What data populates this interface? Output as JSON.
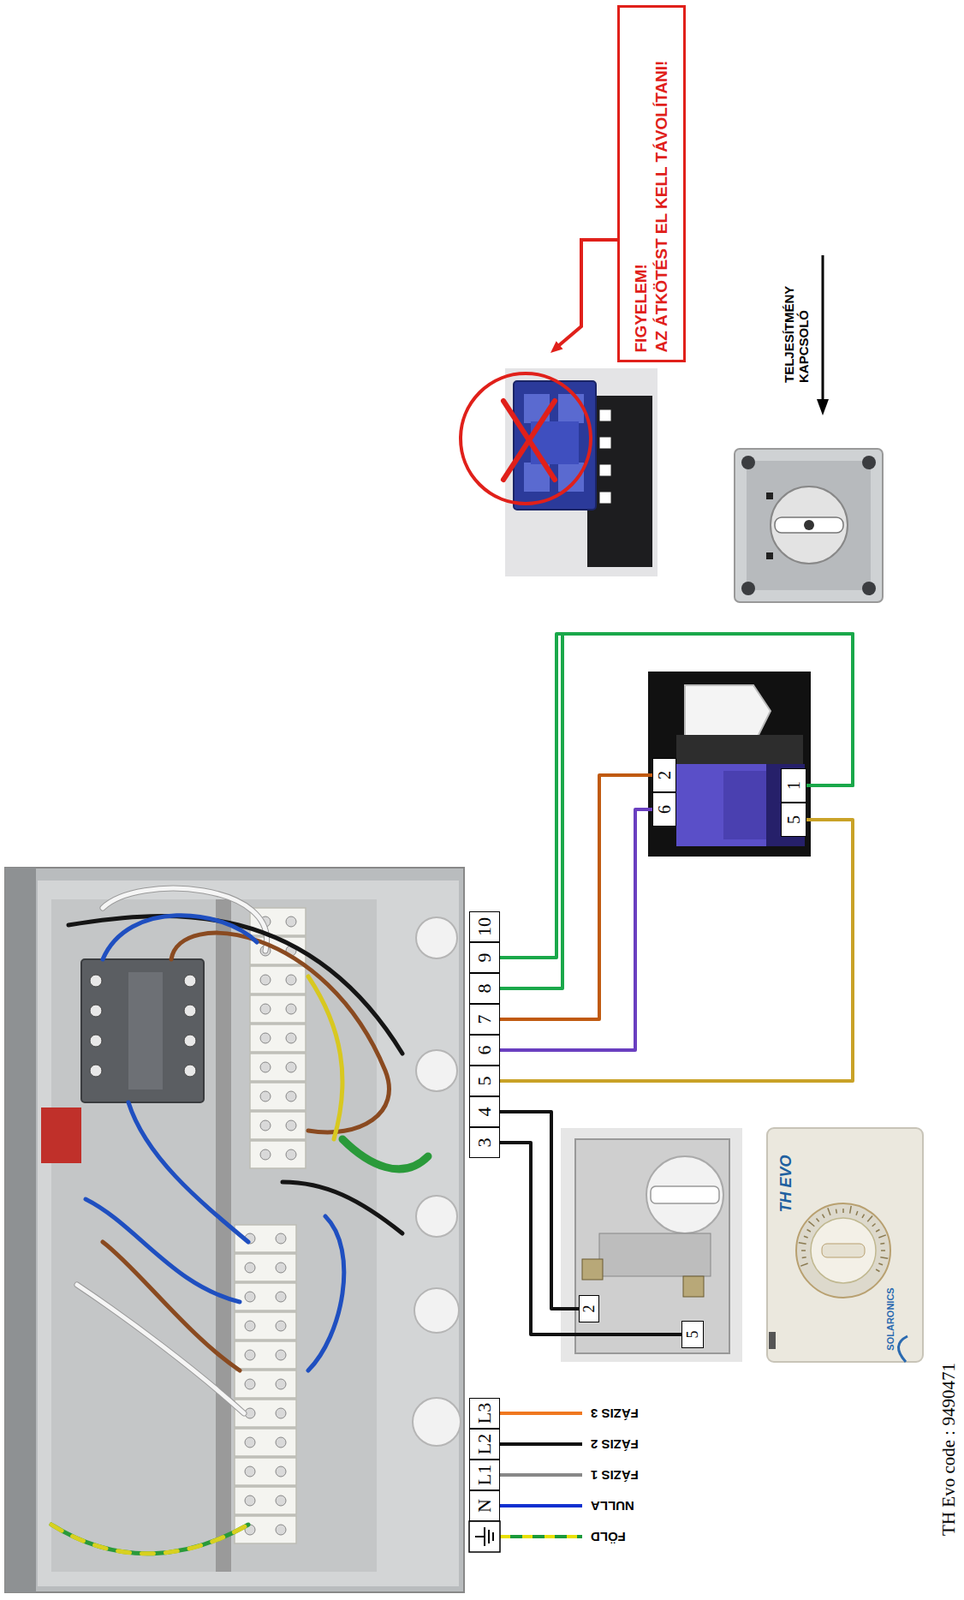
{
  "diagram": {
    "nodes": [
      {
        "text": [
          "FIGYELEM!",
          "AZ ÁTKÖTÉST EL KELL TÁVOLÍTANI!"
        ]
      },
      {
        "text": [
          "2"
        ]
      },
      {
        "text": [
          "6"
        ]
      },
      {
        "text": [
          "1"
        ]
      },
      {
        "text": [
          "5"
        ]
      },
      {
        "text": [
          "10"
        ]
      },
      {
        "text": [
          "9"
        ]
      },
      {
        "text": [
          "8"
        ]
      },
      {
        "text": [
          "7"
        ]
      },
      {
        "text": [
          "6"
        ]
      },
      {
        "text": [
          "5"
        ]
      },
      {
        "text": [
          "4"
        ]
      },
      {
        "text": [
          "3"
        ]
      },
      {
        "text": [
          "L3"
        ]
      },
      {
        "text": [
          "L2"
        ]
      },
      {
        "text": [
          "L1"
        ]
      },
      {
        "text": [
          "N"
        ]
      },
      {
        "text": [
          "2"
        ]
      },
      {
        "text": [
          "5"
        ]
      }
    ],
    "edges": [
      {
        "from": 6,
        "to": 3,
        "arrow": "none"
      },
      {
        "from": 7,
        "to": 3,
        "arrow": "none"
      },
      {
        "from": 8,
        "to": 1,
        "arrow": "none"
      },
      {
        "from": 9,
        "to": 2,
        "arrow": "none"
      },
      {
        "from": 10,
        "to": 4,
        "arrow": "none"
      },
      {
        "from": 11,
        "to": 17,
        "arrow": "none"
      },
      {
        "from": 12,
        "to": 18,
        "arrow": "none"
      }
    ],
    "labels": [
      "FÁZIS 3",
      "FÁZIS 2",
      "FÁZIS 1",
      "NULLA",
      "FÖLD",
      "TELJESÍTMÉNY KAPCSOLÓ",
      "TH EVO",
      "SOLARONICS",
      "TH Evo code : 9490471"
    ]
  }
}
